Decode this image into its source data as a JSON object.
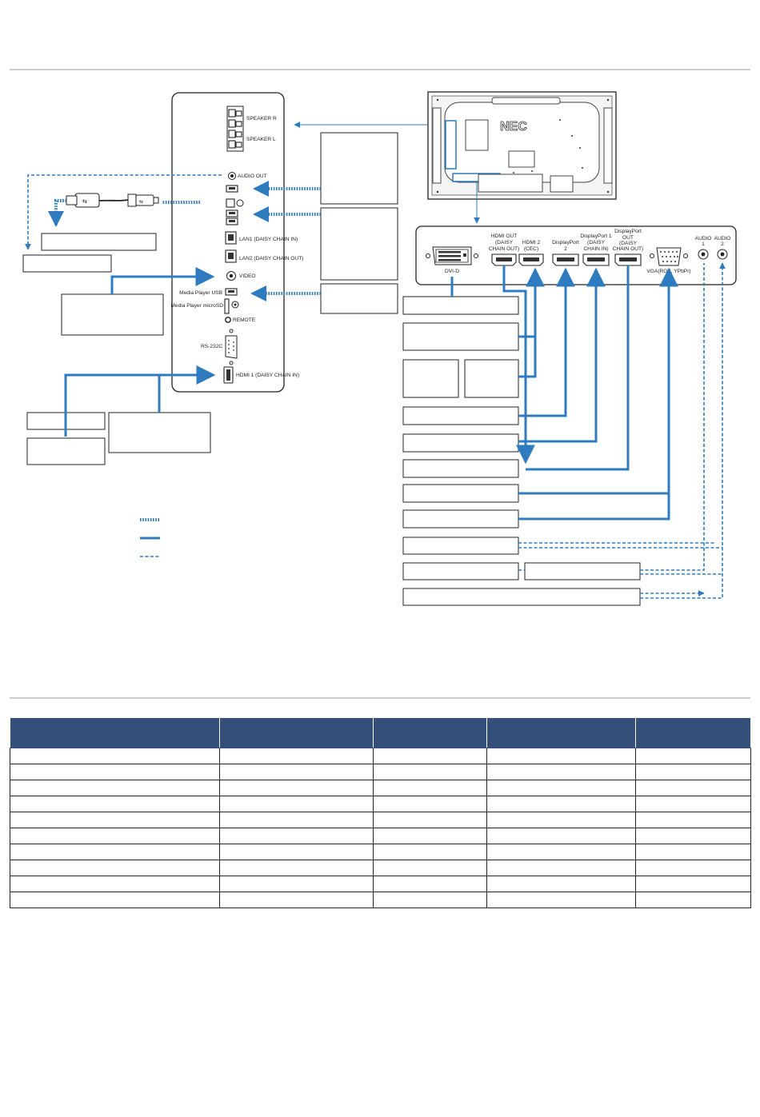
{
  "rear_panel_labels": {
    "speaker_r": "SPEAKER R",
    "speaker_l": "SPEAKER L",
    "audio_out": "AUDIO OUT",
    "lan1": "LAN1 (DAISY CHAIN IN)",
    "lan2": "LAN2 (DAISY CHAIN OUT)",
    "video": "VIDEO",
    "media_player_usb": "Media Player USB",
    "media_player_microsd": "Media Player microSD",
    "remote": "REMOTE",
    "rs232c": "RS-232C",
    "hdmi1": "HDMI 1 (DAISY CHAIN IN)"
  },
  "monitor": {
    "logo": "NEC"
  },
  "terminal_panel": {
    "dvi_d": "DVI-D",
    "hdmi_out": [
      "HDMI OUT",
      "(DAISY",
      "CHAIN OUT)"
    ],
    "hdmi2": [
      "HDMI 2",
      "(CEC)"
    ],
    "displayport2": [
      "DisplayPort",
      "2"
    ],
    "displayport1": [
      "DisplayPort 1",
      "(DAISY",
      "CHAIN IN)"
    ],
    "displayport_out": [
      "DisplayPort",
      "OUT",
      "(DAISY",
      "CHAIN OUT)"
    ],
    "vga": "VGA(RGB, YPbPr)",
    "audio1": [
      "AUDIO",
      "1"
    ],
    "audio2": [
      "AUDIO",
      "2"
    ]
  },
  "colors": {
    "cable": "#2f7bbf",
    "table_header": "#344f7a"
  },
  "table": {
    "column_count": 5,
    "body_row_count": 10
  }
}
